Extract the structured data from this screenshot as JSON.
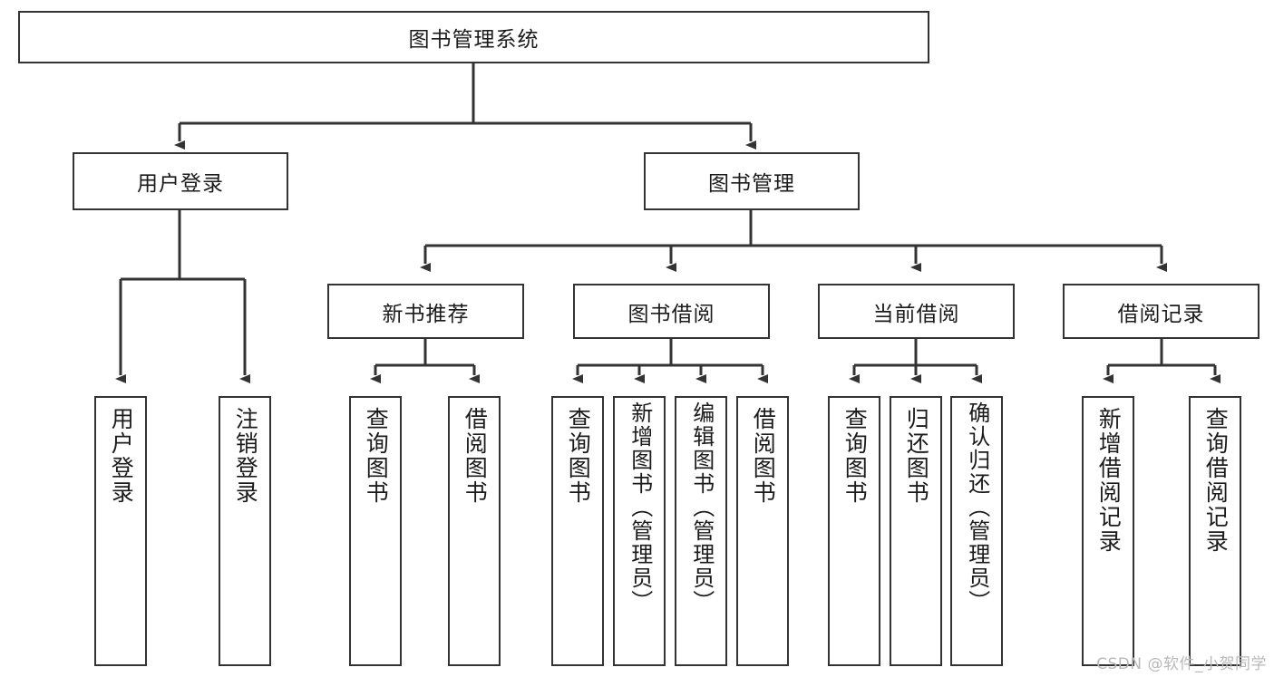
{
  "diagram": {
    "title": "图书管理系统",
    "type": "hierarchy-tree",
    "watermark": "CSDN @软件_小贺同学",
    "colors": {
      "box_border": "#333333",
      "box_fill": "#ffffff",
      "connector": "#333333",
      "text": "#1b1b1b",
      "watermark": "#b9b9b9"
    },
    "levels": {
      "root": {
        "label": "图书管理系统"
      },
      "level2": [
        {
          "label": "用户登录"
        },
        {
          "label": "图书管理"
        }
      ],
      "level3": [
        {
          "label": "新书推荐"
        },
        {
          "label": "图书借阅"
        },
        {
          "label": "当前借阅"
        },
        {
          "label": "借阅记录"
        }
      ],
      "leaves": [
        {
          "label": "用户登录",
          "parent": "用户登录"
        },
        {
          "label": "注销登录",
          "parent": "用户登录"
        },
        {
          "label": "查询图书",
          "parent": "新书推荐"
        },
        {
          "label": "借阅图书",
          "parent": "新书推荐"
        },
        {
          "label": "查询图书",
          "parent": "图书借阅"
        },
        {
          "label": "新增图书（管理员）",
          "parent": "图书借阅"
        },
        {
          "label": "编辑图书（管理员）",
          "parent": "图书借阅"
        },
        {
          "label": "借阅图书",
          "parent": "图书借阅"
        },
        {
          "label": "查询图书",
          "parent": "当前借阅"
        },
        {
          "label": "归还图书",
          "parent": "当前借阅"
        },
        {
          "label": "确认归还（管理员）",
          "parent": "当前借阅"
        },
        {
          "label": "新增借阅记录",
          "parent": "借阅记录"
        },
        {
          "label": "查询借阅记录",
          "parent": "借阅记录"
        }
      ]
    }
  }
}
